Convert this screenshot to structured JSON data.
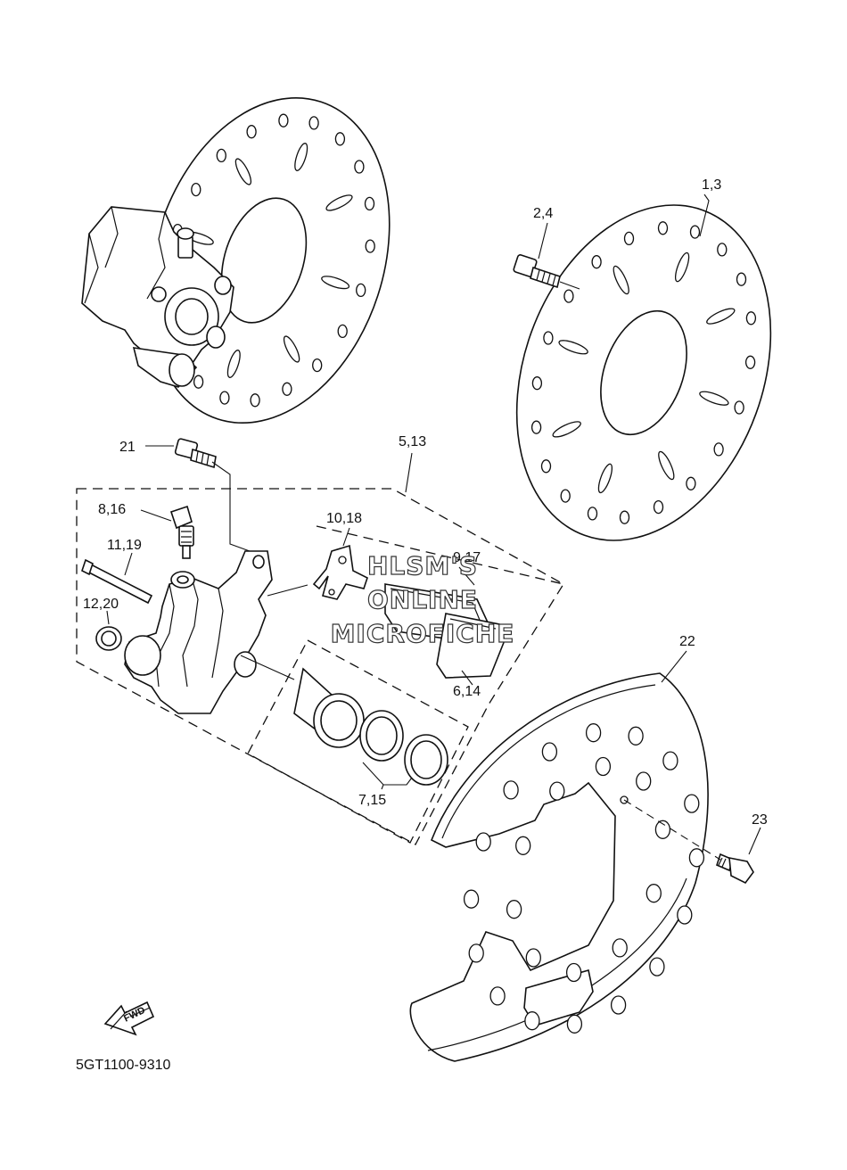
{
  "diagram": {
    "callouts": {
      "c_1_3": "1,3",
      "c_2_4": "2,4",
      "c_21": "21",
      "c_5_13": "5,13",
      "c_8_16": "8,16",
      "c_10_18": "10,18",
      "c_9_17": "9,17",
      "c_11_19": "11,19",
      "c_12_20": "12,20",
      "c_22": "22",
      "c_6_14": "6,14",
      "c_23": "23",
      "c_7_15": "7,15"
    },
    "fwd_label": "FWD",
    "diagram_code": "5GT1100-9310",
    "watermark": {
      "line1": "HLSM'S",
      "line2": "ONLINE",
      "line3": "MICROFICHE"
    }
  }
}
